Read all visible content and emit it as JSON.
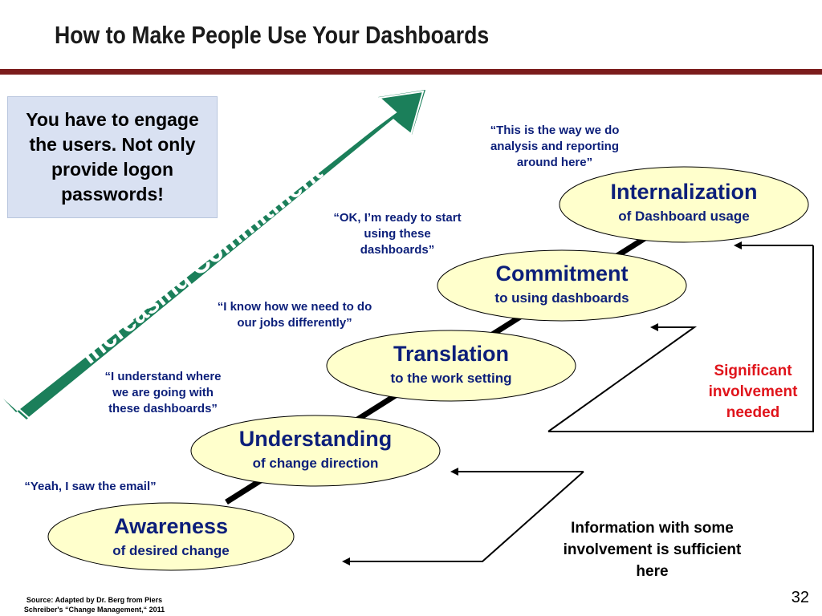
{
  "title": "How to Make People Use Your Dashboards",
  "note_box": "You have to engage the users. Not only provide logon passwords!",
  "arrow_label": "Increasing Commitment",
  "stages": [
    {
      "name": "Awareness",
      "sub": "of desired change"
    },
    {
      "name": "Understanding",
      "sub": "of change direction"
    },
    {
      "name": "Translation",
      "sub": "to the work setting"
    },
    {
      "name": "Commitment",
      "sub": "to using dashboards"
    },
    {
      "name": "Internalization",
      "sub": "of Dashboard usage"
    }
  ],
  "quotes": [
    "“Yeah, I saw the email”",
    "“I understand where we are going with these dashboards”",
    "“I know how we need to do our jobs differently”",
    "“OK, I’m ready to start using these dashboards”",
    "“This is the way we do analysis and reporting around here”"
  ],
  "significant_label": "Significant involvement needed",
  "info_label": "Information with some involvement is sufficient here",
  "source": "Source: Adapted by Dr. Berg from Piers Schreiber's “Change Management,“ 2011",
  "page_number": "32",
  "colors": {
    "title_rule": "#7b1c1c",
    "arrow_fill": "#1b7f5a",
    "ellipse_fill": "#ffffcc",
    "stage_text": "#0c1f7a",
    "significant_text": "#e0141b",
    "note_box_fill": "#d9e1f2"
  }
}
